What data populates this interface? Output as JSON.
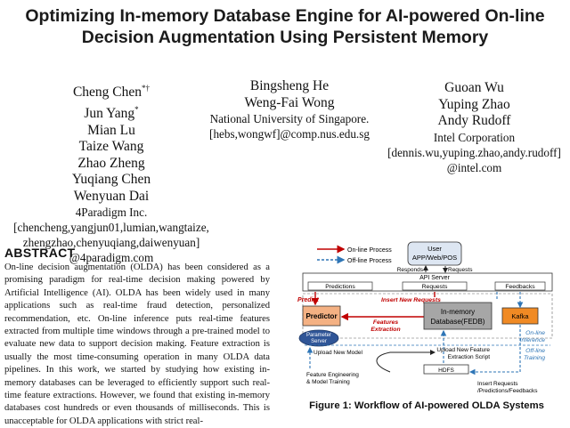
{
  "paper": {
    "title_line1": "Optimizing In-memory Database Engine for AI-powered On-line",
    "title_line2": "Decision Augmentation Using Persistent Memory"
  },
  "authors": {
    "col1": {
      "names": [
        "Cheng Chen",
        "Jun Yang",
        "Mian Lu",
        "Taize Wang",
        "Zhao Zheng",
        "Yuqiang Chen",
        "Wenyuan Dai"
      ],
      "marks": [
        "*†",
        "*",
        "",
        "",
        "",
        "",
        ""
      ],
      "affiliation": "4Paradigm Inc.",
      "emails": [
        "[chencheng,yangjun01,lumian,wangtaize,",
        "zhengzhao,chenyuqiang,daiwenyuan]",
        "@4paradigm.com"
      ]
    },
    "col2": {
      "names": [
        "Bingsheng He",
        "Weng-Fai Wong"
      ],
      "affiliation": "National University of Singapore.",
      "emails": [
        "[hebs,wongwf]@comp.nus.edu.sg"
      ]
    },
    "col3": {
      "names": [
        "Guoan Wu",
        "Yuping Zhao",
        "Andy Rudoff"
      ],
      "affiliation": "Intel Corporation",
      "emails": [
        "[dennis.wu,yuping.zhao,andy.rudoff]",
        "@intel.com"
      ]
    }
  },
  "abstract": {
    "heading": "ABSTRACT",
    "text": "On-line decision augmentation (OLDA) has been considered as a promising paradigm for real-time decision making powered by Artificial Intelligence (AI). OLDA has been widely used in many applications such as real-time fraud detection, personalized recommendation, etc. On-line inference puts real-time features extracted from multiple time windows through a pre-trained model to evaluate new data to support decision making. Feature extraction is usually the most time-consuming operation in many OLDA data pipelines. In this work, we started by studying how existing in-memory databases can be leveraged to efficiently support such real-time feature extractions. However, we found that existing in-memory databases cost hundreds or even thousands of milliseconds. This is unacceptable for OLDA applications with strict real-"
  },
  "figure": {
    "caption": "Figure 1: Workflow of AI-powered OLDA Systems",
    "legend_online": "On-line Process",
    "legend_offline": "Off-line Process",
    "user_line1": "User",
    "user_line2": "APP/Web/POS",
    "responds": "Responds",
    "requests_top": "Requests",
    "api_server": "API Server",
    "predictions": "Predictions",
    "requests_box": "Requests",
    "feedbacks": "Feedbacks",
    "predict": "Predict",
    "insert_new_requests": "Insert New Requests",
    "predictor": "Predictor",
    "features_line1": "Features",
    "features_line2": "Extraction",
    "inmem_line1": "In-memory",
    "inmem_line2": "Database(FEDB)",
    "kafka": "Kafka",
    "param_line1": "Parameter",
    "param_line2": "Server",
    "online_inf_line1": "On-line",
    "online_inf_line2": "Inference",
    "offline_tr_line1": "Off-line",
    "offline_tr_line2": "Training",
    "upload_model": "Upload New Model",
    "upload_script_line1": "Upload New Feature",
    "upload_script_line2": "Extraction Script",
    "hdfs": "HDFS",
    "feat_eng_line1": "Feature Engineering",
    "feat_eng_line2": "& Model Training",
    "insert_req_line1": "Insert Requests",
    "insert_req_line2": "/Predictions/Feedbacks",
    "colors": {
      "online_red": "#c00000",
      "offline_blue": "#2e75b6",
      "predictor_fill": "#f4b183",
      "kafka_fill": "#f08a24",
      "fedb_fill": "#a6a6a6",
      "param_fill": "#2f5597"
    }
  }
}
